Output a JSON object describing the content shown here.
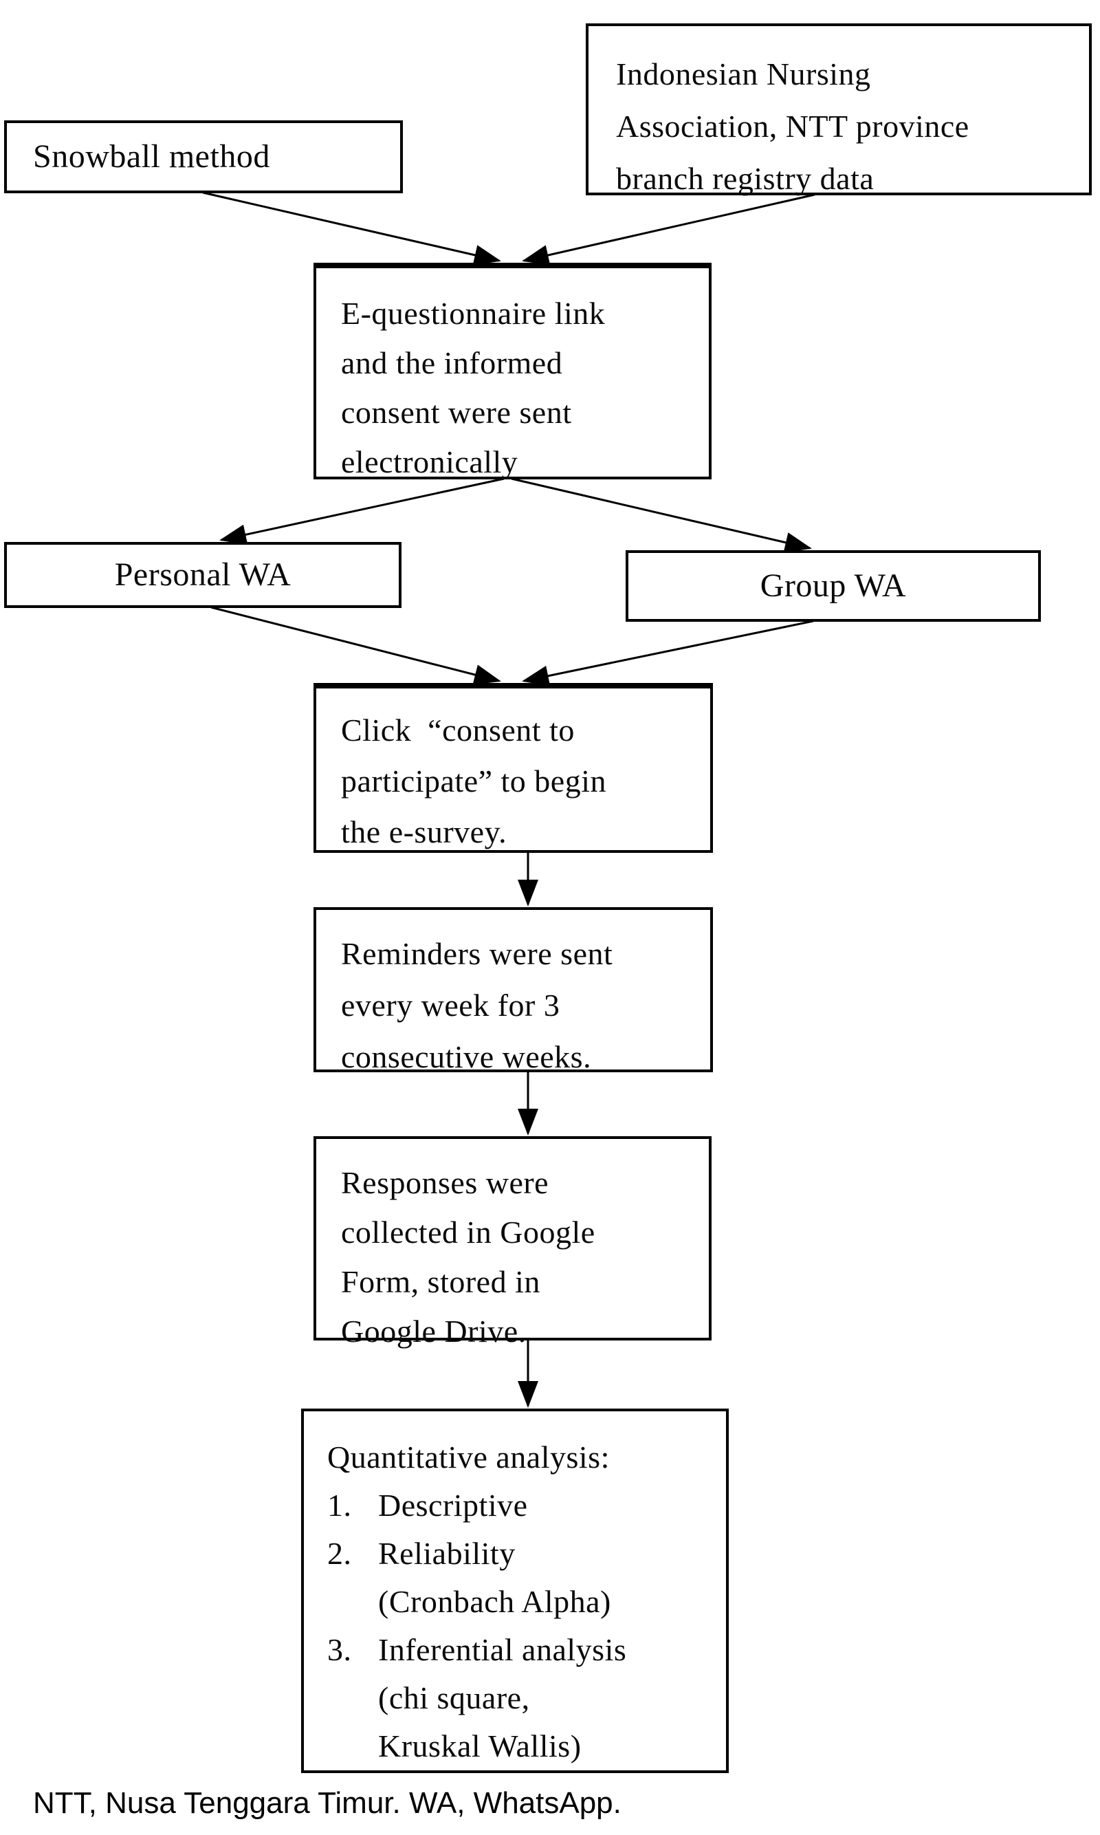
{
  "figure": {
    "kind": "study-flowchart",
    "background_color": "#ffffff",
    "ink_color": "#000000",
    "footnote": "NTT, Nusa Tenggara Timur. WA, WhatsApp."
  },
  "nodes": {
    "snowball": {
      "lines": [
        "Snowball method"
      ]
    },
    "registry": {
      "lines": [
        "Indonesian Nursing",
        "Association, NTT province",
        "branch registry data"
      ]
    },
    "equestionnaire": {
      "lines": [
        "E-questionnaire link",
        "and the informed",
        "consent were sent",
        "electronically"
      ]
    },
    "personal_wa": {
      "lines": [
        "Personal WA"
      ]
    },
    "group_wa": {
      "lines": [
        "Group WA"
      ]
    },
    "consent_click": {
      "lines": [
        "Click  “consent to",
        "participate” to begin",
        "the e-survey."
      ]
    },
    "reminders": {
      "lines": [
        "Reminders were sent",
        "every week for 3",
        "consecutive weeks."
      ]
    },
    "responses": {
      "lines": [
        "Responses were",
        "collected in Google",
        "Form, stored in",
        "Google Drive."
      ]
    },
    "analysis": {
      "title": "Quantitative analysis:",
      "items": [
        {
          "num": "1.",
          "lines": [
            "Descriptive"
          ]
        },
        {
          "num": "2.",
          "lines": [
            "Reliability",
            "(Cronbach Alpha)"
          ]
        },
        {
          "num": "3.",
          "lines": [
            "Inferential analysis",
            "(chi square,",
            "Kruskal Wallis)"
          ]
        }
      ]
    }
  },
  "edges": [
    {
      "from": "snowball",
      "to": "equestionnaire"
    },
    {
      "from": "registry",
      "to": "equestionnaire"
    },
    {
      "from": "equestionnaire",
      "to": "personal_wa"
    },
    {
      "from": "equestionnaire",
      "to": "group_wa"
    },
    {
      "from": "personal_wa",
      "to": "consent_click"
    },
    {
      "from": "group_wa",
      "to": "consent_click"
    },
    {
      "from": "consent_click",
      "to": "reminders"
    },
    {
      "from": "reminders",
      "to": "responses"
    },
    {
      "from": "responses",
      "to": "analysis"
    }
  ]
}
